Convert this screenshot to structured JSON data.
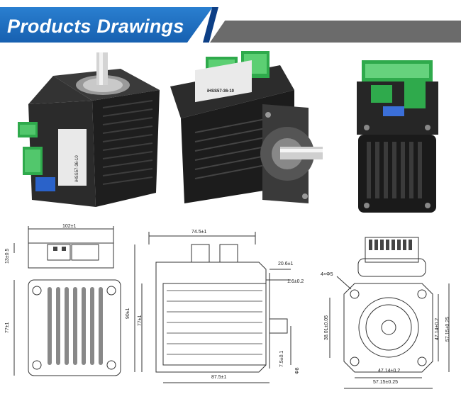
{
  "banner": {
    "title": "Products Drawings"
  },
  "photos": {
    "motor_label": "iHSS57-36-10"
  },
  "drawing_front": {
    "width_top": "102±1",
    "height_top": "13±0.5",
    "height_left": "77±1"
  },
  "drawing_side": {
    "width_top": "74.5±1",
    "height_outer": "90±1",
    "height_inner": "77±1",
    "shaft_length": "20.6±1",
    "flange_thickness": "1.6±0.2",
    "shaft_step": "7.5±0.1",
    "shaft_diameter": "Φ8",
    "length_bottom": "87.5±1"
  },
  "drawing_flange": {
    "hole_spec": "4×Φ5",
    "pilot_diameter": "38.01±0.05",
    "hole_spacing_v": "47.14±0.2",
    "outer_v": "57.15±0.25",
    "hole_spacing_h": "47.14±0.2",
    "outer_h": "57.15±0.25"
  }
}
